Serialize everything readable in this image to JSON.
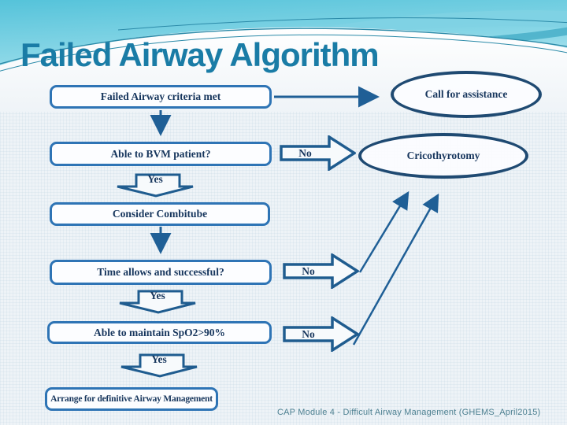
{
  "slide": {
    "title": "Failed Airway Algorithm",
    "footer": "CAP Module 4 - Difficult Airway Management  (GHEMS_April2015)"
  },
  "labels": {
    "yes": "Yes",
    "no": "No"
  },
  "nodes": {
    "criteria": "Failed Airway criteria met",
    "assistance": "Call for assistance",
    "bvm": "Able to BVM patient?",
    "cricothyrotomy": "Cricothyrotomy",
    "combitube": "Consider Combitube",
    "time": "Time allows and successful?",
    "spo2": "Able to maintain SpO2>90%",
    "definitive": "Arrange for definitive Airway Management"
  },
  "colors": {
    "title": "#1a7ca6",
    "box_border": "#2e74b5",
    "block_arrow_outline": "#1f5c8f",
    "ellipse_border": "#1f4a72",
    "node_text": "#17365d",
    "connector": "#1f5f96",
    "footer_text": "#4d8091",
    "header_turquoise": "#55c3da"
  }
}
